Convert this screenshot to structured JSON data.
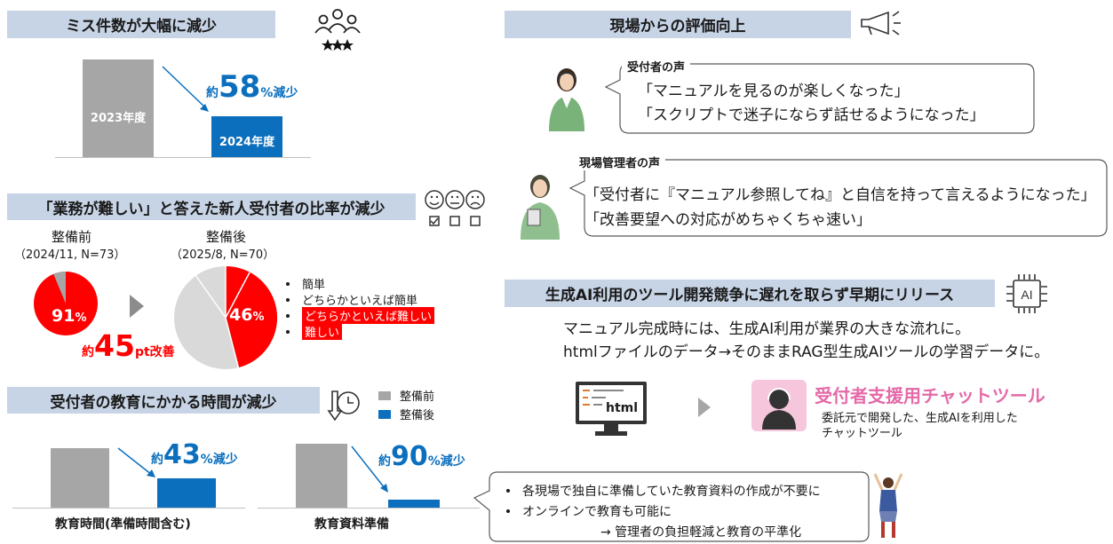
{
  "section1": {
    "title": "ミス件数が大幅に減少",
    "bar_before": "2023年度",
    "bar_after": "2024年度",
    "pct_prefix": "約",
    "pct_value": "58",
    "pct_suffix": "%減少",
    "icon": "people-rating-icon"
  },
  "section2": {
    "title": "「業務が難しい」と答えた新人受付者の比率が減少",
    "icon": "survey-faces-icon",
    "before_label": "整備前",
    "before_sub": "（2024/11, N=73）",
    "before_pct": "91",
    "after_label": "整備後",
    "after_sub": "（2025/8, N=70）",
    "after_pct": "46",
    "pct_unit": "%",
    "improve_prefix": "約",
    "improve_value": "45",
    "improve_suffix": "pt改善",
    "legend": [
      "簡単",
      "どちらかといえば簡単",
      "どちらかといえば難しい",
      "難しい"
    ]
  },
  "section3": {
    "title": "受付者の教育にかかる時間が減少",
    "icon": "time-reduction-icon",
    "legend_before": "整備前",
    "legend_after": "整備後",
    "chart1_label": "教育時間(準備時間含む)",
    "chart1_prefix": "約",
    "chart1_value": "43",
    "chart1_suffix": "%減少",
    "chart2_label": "教育資料準備",
    "chart2_prefix": "約",
    "chart2_value": "90",
    "chart2_suffix": "%減少",
    "bullets": [
      "各現場で独自に準備していた教育資料の作成が不要に",
      "オンラインで教育も可能に"
    ],
    "conclusion": "→ 管理者の負担軽減と教育の平準化"
  },
  "section4": {
    "title": "現場からの評価向上",
    "icon": "megaphone-icon",
    "voice1_label": "受付者の声",
    "voice1_lines": [
      "「マニュアルを見るのが楽しくなった」",
      "「スクリプトで迷子にならず話せるようになった」"
    ],
    "voice2_label": "現場管理者の声",
    "voice2_lines": [
      "「受付者に『マニュアル参照してね』と自信を持って言えるようになった」",
      "「改善要望への対応がめちゃくちゃ速い」"
    ]
  },
  "section5": {
    "title": "生成AI利用のツール開発競争に遅れを取らず早期にリリース",
    "icon": "ai-chip-icon",
    "line1": "マニュアル完成時には、生成AI利用が業界の大きな流れに。",
    "line2": "htmlファイルのデータ→そのままRAG型生成AIツールの学習データに。",
    "monitor_text": "html",
    "tool_title": "受付者支援用チャットツール",
    "tool_desc1": "委託元で開発した、生成AIを利用した",
    "tool_desc2": "チャットツール"
  },
  "colors": {
    "header_bg": "#c7d4e6",
    "accent_blue": "#0b6fbd",
    "bar_gray": "#a6a6a6",
    "pie_red": "#ff0000",
    "pie_gray": "#d9d9d9",
    "tool_pink": "#e46aa8"
  },
  "chart_data": [
    {
      "type": "bar",
      "categories": [
        "2023年度",
        "2024年度"
      ],
      "values": [
        100,
        42
      ]
    },
    {
      "type": "pie",
      "title": "整備前",
      "labels": [
        "難しい・どちらかといえば難しい",
        "簡単・どちらかといえば簡単"
      ],
      "values": [
        91,
        9
      ]
    },
    {
      "type": "pie",
      "title": "整備後",
      "labels": [
        "難しい・どちらかといえば難しい",
        "簡単・どちらかといえば簡単"
      ],
      "values": [
        46,
        54
      ]
    },
    {
      "type": "bar",
      "xlabel": "教育時間(準備時間含む)",
      "series": [
        {
          "name": "整備前",
          "values": [
            100
          ]
        },
        {
          "name": "整備後",
          "values": [
            57
          ]
        }
      ]
    },
    {
      "type": "bar",
      "xlabel": "教育資料準備",
      "series": [
        {
          "name": "整備前",
          "values": [
            100
          ]
        },
        {
          "name": "整備後",
          "values": [
            10
          ]
        }
      ]
    }
  ]
}
